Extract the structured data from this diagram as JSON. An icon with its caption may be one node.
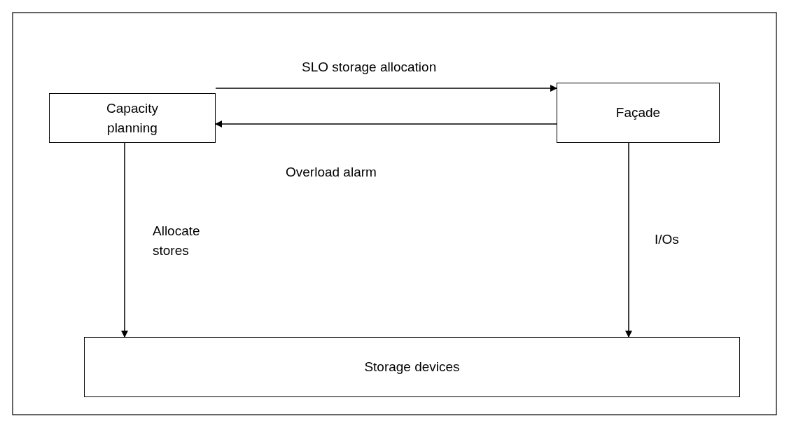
{
  "diagram": {
    "nodes": [
      {
        "text": [
          "Capacity planning"
        ]
      },
      {
        "text": [
          "Façade"
        ]
      },
      {
        "text": [
          "Storage devices"
        ]
      }
    ],
    "edges": [
      {
        "from": 0,
        "to": 1,
        "arrow": "to",
        "label": "SLO storage allocation"
      },
      {
        "from": 1,
        "to": 0,
        "arrow": "to",
        "label": "Overload alarm"
      },
      {
        "from": 0,
        "to": 2,
        "arrow": "to",
        "label": "Allocate stores"
      },
      {
        "from": 1,
        "to": 2,
        "arrow": "to",
        "label": "I/Os"
      }
    ]
  }
}
